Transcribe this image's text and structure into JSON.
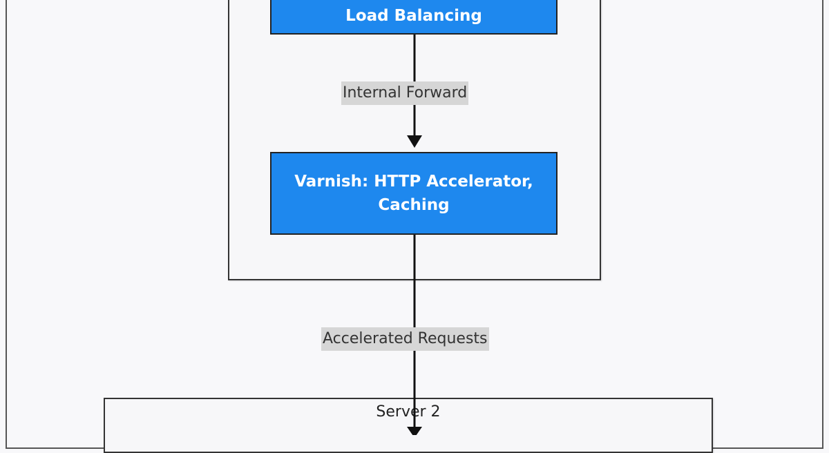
{
  "nodes": {
    "load_balancing": "Load Balancing",
    "varnish": "Varnish: HTTP Accelerator, Caching"
  },
  "edges": {
    "internal_forward": "Internal Forward",
    "accelerated_requests": "Accelerated Requests"
  },
  "subgraphs": {
    "server2_title": "Server 2"
  },
  "colors": {
    "node_fill": "#1e88ee",
    "node_text": "#ffffff",
    "edge_label_bg": "#d6d6d6",
    "background": "#f8f8fa"
  }
}
